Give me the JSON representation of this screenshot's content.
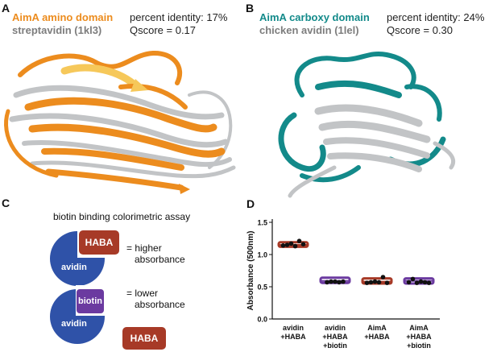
{
  "colors": {
    "orange": "#ec8c1e",
    "teal": "#138a8a",
    "gray_text": "#7d7d7d",
    "silver": "#c2c4c6",
    "avidin_blue": "#2f52a8",
    "haba_red": "#a73a27",
    "biotin_purple": "#6b3aa0"
  },
  "panel_a": {
    "letter": "A",
    "domain_label": "AimA amino domain",
    "structure_label": "streptavidin (1kl3)",
    "identity": "percent identity: 17%",
    "qscore": "Qscore = 0.17"
  },
  "panel_b": {
    "letter": "B",
    "domain_label": "AimA carboxy domain",
    "structure_label": "chicken avidin (1lel)",
    "identity": "percent identity: 24%",
    "qscore": "Qscore = 0.30"
  },
  "panel_c": {
    "letter": "C",
    "title": "biotin binding colorimetric assay",
    "avidin_label": "avidin",
    "haba_label": "HABA",
    "biotin_label": "biotin",
    "higher_line1": "= higher",
    "higher_line2": "absorbance",
    "lower_line1": "= lower",
    "lower_line2": "absorbance"
  },
  "chart_data": {
    "type": "bar",
    "panel_letter": "D",
    "ylabel": "Absorbance (500nm)",
    "ylim": [
      0,
      1.5
    ],
    "yticks": [
      "0.0",
      "0.5",
      "1.0",
      "1.5"
    ],
    "categories": [
      [
        "avidin",
        "+HABA"
      ],
      [
        "avidin",
        "+HABA",
        "+biotin"
      ],
      [
        "AimA",
        "+HABA"
      ],
      [
        "AimA",
        "+HABA",
        "+biotin"
      ]
    ],
    "series": [
      {
        "box": [
          {
            "low": 1.12,
            "high": 1.19,
            "median": 1.15,
            "color": "#a73a27"
          },
          {
            "low": 0.56,
            "high": 0.64,
            "median": 0.59,
            "color": "#6b3aa0"
          },
          {
            "low": 0.55,
            "high": 0.63,
            "median": 0.58,
            "color": "#a73a27"
          },
          {
            "low": 0.55,
            "high": 0.63,
            "median": 0.59,
            "color": "#6b3aa0"
          }
        ],
        "points": [
          [
            1.14,
            1.15,
            1.17,
            1.13,
            1.21,
            1.16
          ],
          [
            0.57,
            0.58,
            0.58,
            0.57,
            0.58
          ],
          [
            0.56,
            0.57,
            0.58,
            0.57,
            0.65,
            0.56
          ],
          [
            0.57,
            0.62,
            0.56,
            0.58,
            0.57,
            0.56
          ]
        ]
      }
    ]
  }
}
